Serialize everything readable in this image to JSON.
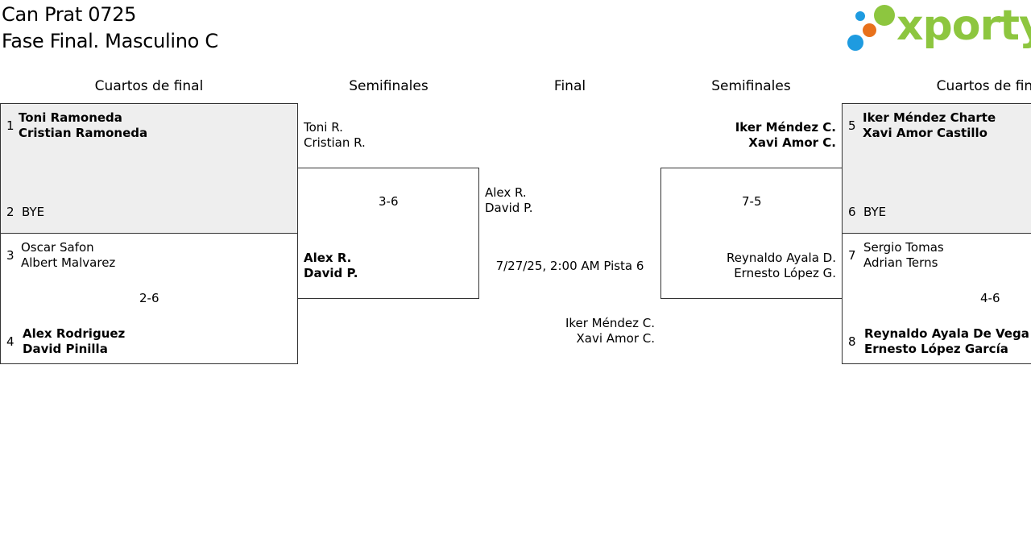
{
  "header": {
    "title_line1": "Can Prat 0725",
    "title_line2": "Fase Final. Masculino C",
    "logo_text": "xporty",
    "logo_colors": {
      "green": "#8dc63f",
      "blue": "#1e9be0",
      "orange": "#e8711c"
    }
  },
  "columns": {
    "qf_left": "Cuartos de final",
    "sf_left": "Semifinales",
    "final": "Final",
    "sf_right": "Semifinales",
    "qf_right": "Cuartos de final"
  },
  "qf_left": {
    "match1": {
      "seed_a": "1",
      "team_a_1": "Toni Ramoneda",
      "team_a_2": "Cristian Ramoneda",
      "seed_b": "2",
      "team_b": "BYE"
    },
    "match2": {
      "seed_a": "3",
      "team_a_1": "Oscar Safon",
      "team_a_2": "Albert Malvarez",
      "score": "2-6",
      "seed_b": "4",
      "team_b_1": "Alex Rodriguez",
      "team_b_2": "David Pinilla"
    }
  },
  "sf_left": {
    "team_a_1": "Toni R.",
    "team_a_2": "Cristian R.",
    "score": "3-6",
    "team_b_1": "Alex R.",
    "team_b_2": "David P."
  },
  "final": {
    "team_a_1": "Alex R.",
    "team_a_2": "David P.",
    "schedule": "7/27/25, 2:00 AM Pista 6",
    "team_b_1": "Iker Méndez C.",
    "team_b_2": "Xavi Amor C."
  },
  "sf_right": {
    "team_a_1": "Iker Méndez C.",
    "team_a_2": "Xavi Amor C.",
    "score": "7-5",
    "team_b_1": "Reynaldo Ayala D.",
    "team_b_2": "Ernesto López G."
  },
  "qf_right": {
    "match1": {
      "seed_a": "5",
      "team_a_1": "Iker Méndez Charte",
      "team_a_2": "Xavi Amor Castillo",
      "seed_b": "6",
      "team_b": "BYE"
    },
    "match2": {
      "seed_a": "7",
      "team_a_1": "Sergio Tomas",
      "team_a_2": "Adrian Terns",
      "score": "4-6",
      "seed_b": "8",
      "team_b_1": "Reynaldo Ayala De Vega",
      "team_b_2": "Ernesto López García"
    }
  }
}
